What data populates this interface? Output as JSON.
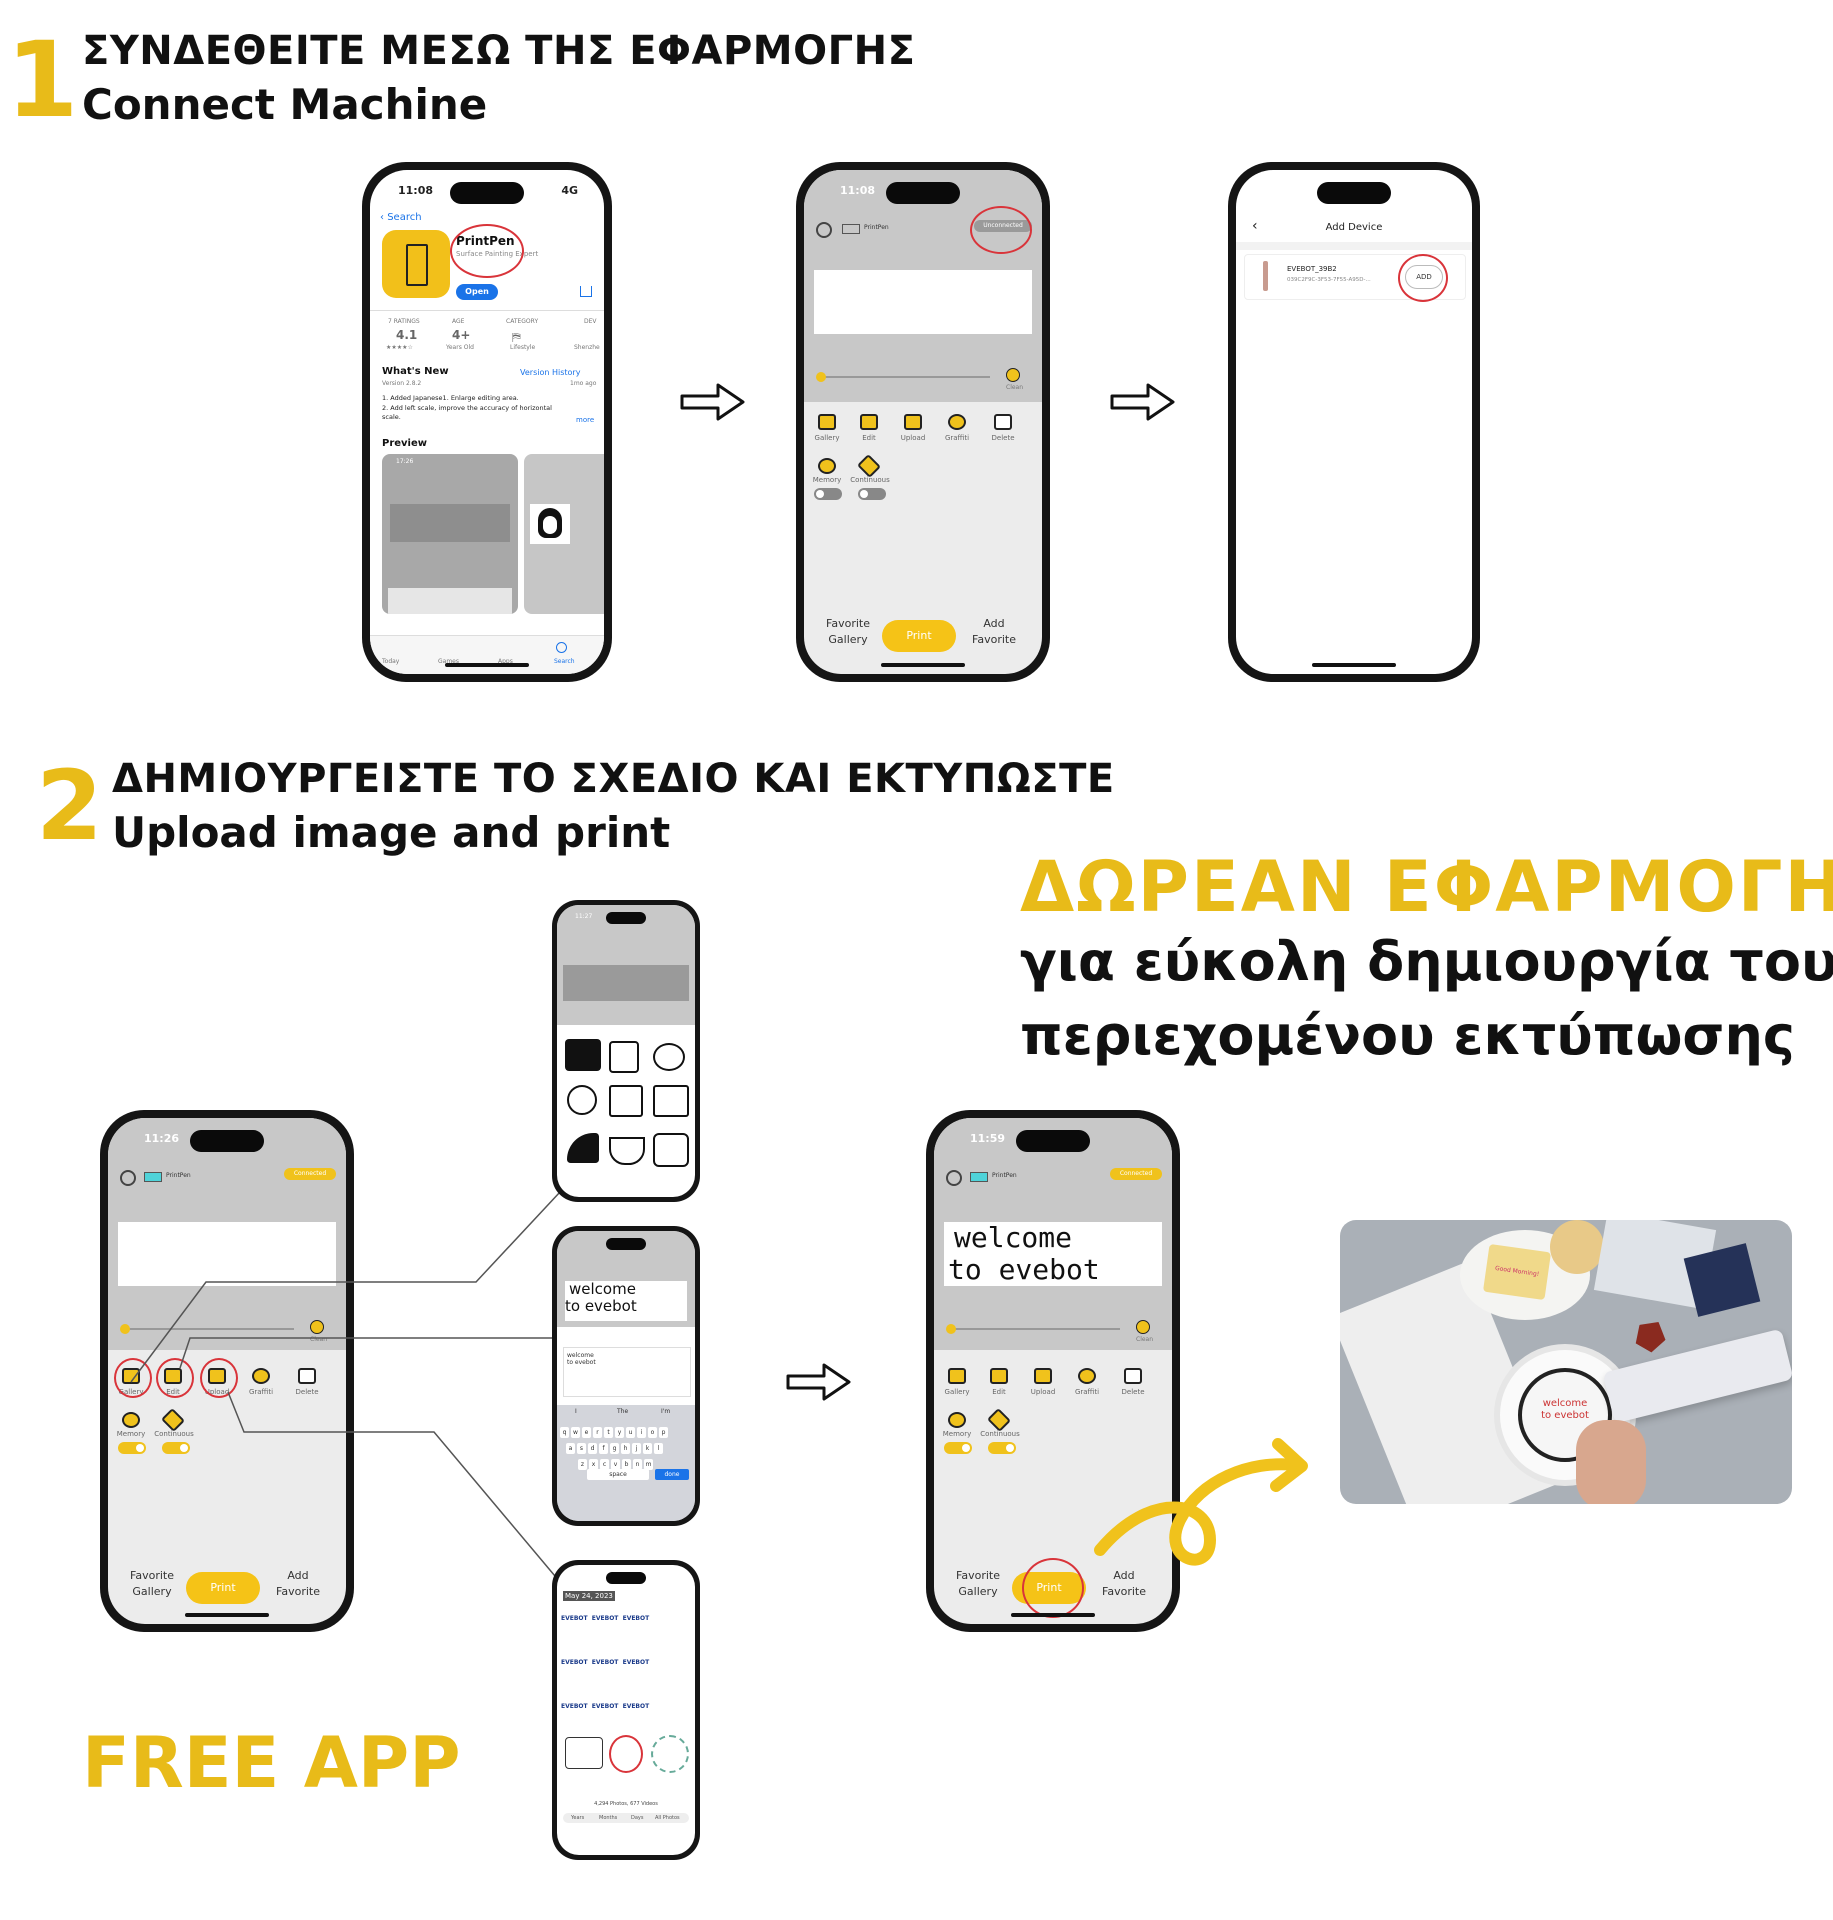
{
  "step1": {
    "number": "1",
    "title_gr": "ΣΥΝΔΕΘΕΙΤΕ ΜΕΣΩ ΤΗΣ ΕΦΑΡΜΟΓΗΣ",
    "title_en": "Connect Machine"
  },
  "step2": {
    "number": "2",
    "title_gr": "ΔΗΜΙΟΥΡΓΕΙΣΤΕ ΤΟ ΣΧΕΔΙΟ ΚΑΙ ΕΚΤΥΠΩΣΤΕ",
    "title_en": "Upload image and print"
  },
  "promo": {
    "headline": "ΔΩΡΕΑΝ ΕΦΑΡΜΟΓΗ",
    "line1": "για εύκολη δημιουργία του",
    "line2": "περιεχομένου εκτύπωσης",
    "free_app": "FREE APP"
  },
  "appstore": {
    "time": "11:08",
    "signal": "4G",
    "back": "Search",
    "app_name": "PrintPen",
    "app_subtitle": "Surface Painting Expert",
    "open_button": "Open",
    "ratings_label": "7 RATINGS",
    "rating_value": "4.1",
    "stars": "★★★★☆",
    "age_label": "AGE",
    "age_value": "4+",
    "age_sub": "Years Old",
    "category_label": "CATEGORY",
    "category_value": "Lifestyle",
    "dev_label": "DEV",
    "dev_value": "Shenzhe",
    "whats_new": "What's New",
    "version_history": "Version History",
    "version": "Version 2.8.2",
    "ago": "1mo ago",
    "note1": "1. Added Japanese1. Enlarge editing area.",
    "note2": "2. Add left scale, improve the accuracy of horizontal scale.",
    "more": "more",
    "preview": "Preview",
    "preview_time": "17:26",
    "tabs": [
      "Today",
      "Games",
      "Apps",
      "Search"
    ]
  },
  "printpen_app": {
    "app_name": "PrintPen",
    "time_unconnected": "11:08",
    "status_unconnected": "Unconnected",
    "status_connected": "Connected",
    "clean": "Clean",
    "tools": [
      "Gallery",
      "Edit",
      "Upload",
      "Graffiti",
      "Delete"
    ],
    "toggles": [
      "Memory",
      "Continuous"
    ],
    "print": "Print",
    "favorite_gallery": [
      "Favorite",
      "Gallery"
    ],
    "add_favorite": [
      "Add",
      "Favorite"
    ],
    "time_a": "11:26",
    "time_b": "11:59"
  },
  "add_device": {
    "title": "Add Device",
    "back": "‹",
    "device_name": "EVEBOT_39B2",
    "device_id": "039C2F9C-3F53-7F55-A95D-...",
    "add_button": "ADD"
  },
  "edit_screen": {
    "time": "11:27",
    "canvas_line1": "welcome",
    "canvas_line2": "to evebot",
    "input_line1": "welcome",
    "input_line2": "to evebot",
    "suggestions": [
      "I",
      "The",
      "I'm"
    ],
    "keys_row1": [
      "q",
      "w",
      "e",
      "r",
      "t",
      "y",
      "u",
      "i",
      "o",
      "p"
    ],
    "keys_row2": [
      "a",
      "s",
      "d",
      "f",
      "g",
      "h",
      "j",
      "k",
      "l"
    ],
    "keys_row3": [
      "z",
      "x",
      "c",
      "v",
      "b",
      "n",
      "m"
    ],
    "space": "space",
    "done": "done"
  },
  "gallery_screen": {
    "date": "May 24, 2023",
    "logo_text": "EVEBOT",
    "counts": "4,294 Photos, 677 Videos",
    "segments": [
      "Years",
      "Months",
      "Days",
      "All Photos"
    ]
  },
  "photo": {
    "cup_text_1": "welcome",
    "cup_text_2": "to evebot",
    "cookie_text": "Good Morning!"
  }
}
